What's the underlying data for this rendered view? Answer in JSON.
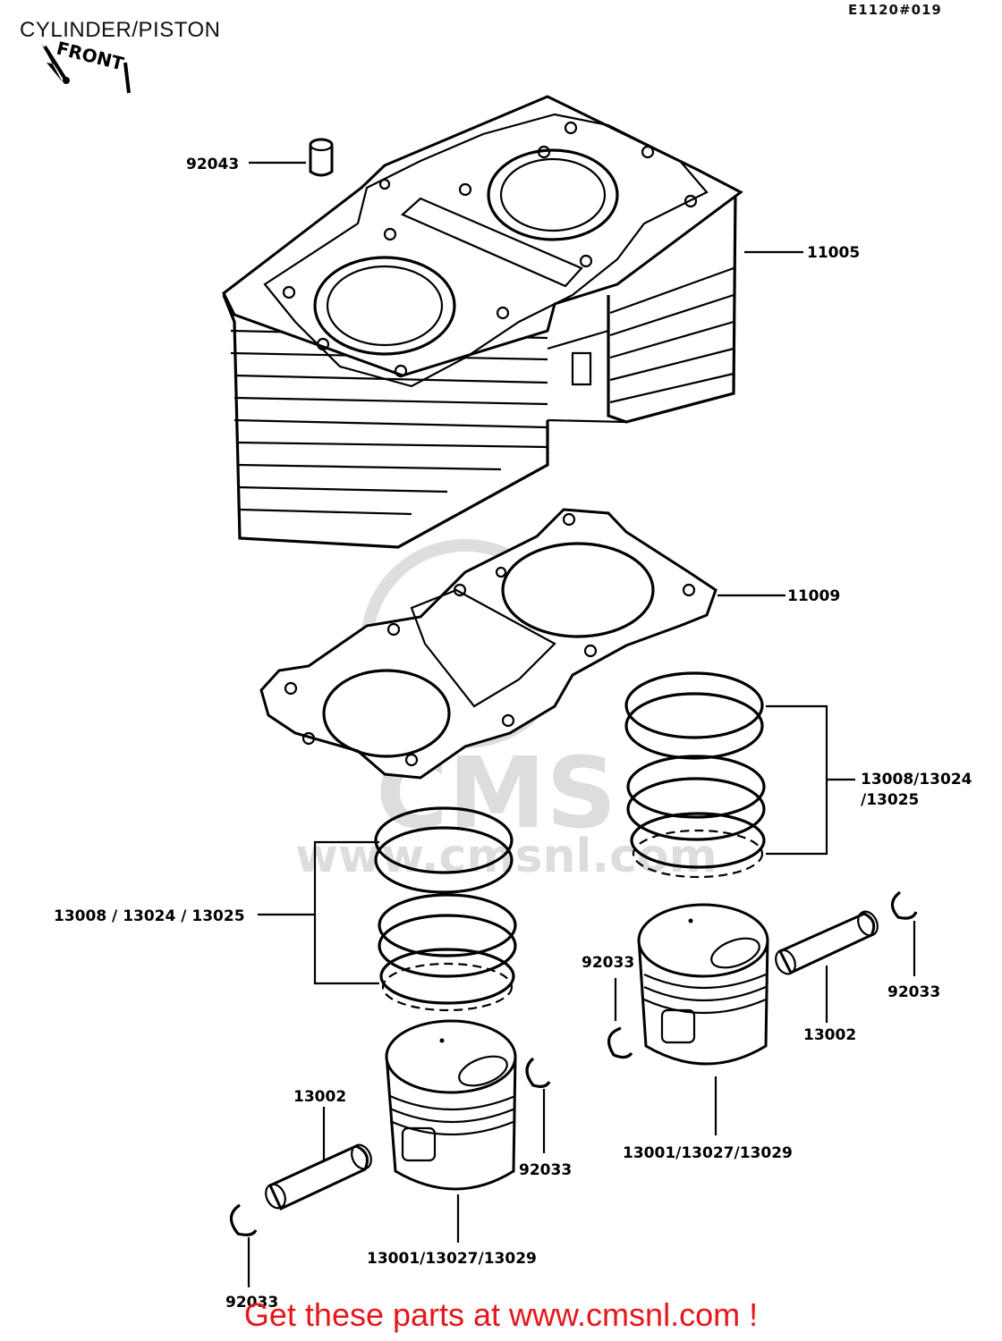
{
  "page": {
    "title": "CYLINDER/PISTON",
    "ref_code": "E1120#019",
    "footer": "Get these parts at www.cmsnl.com !"
  },
  "diagram": {
    "front_label": "FRONT",
    "watermark": "CMS www.cmsnl.com",
    "callouts": {
      "dowel_pin": "92043",
      "cylinder": "11005",
      "base_gasket": "11009",
      "rings_right": "13008/13024",
      "rings_right_b": "/13025",
      "rings_left": "13008 / 13024 / 13025",
      "clip_right_top": "92033",
      "clip_right_far": "92033",
      "pin_right": "13002",
      "piston_right": "13001/13027/13029",
      "pin_left": "13002",
      "clip_left_right": "92033",
      "clip_left_bottom": "92033",
      "piston_left": "13001/13027/13029"
    }
  }
}
